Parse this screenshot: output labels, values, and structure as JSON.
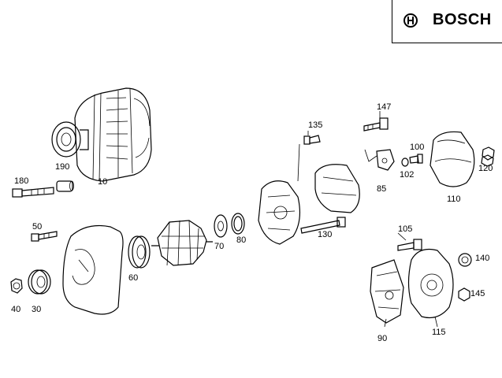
{
  "logo": {
    "brand": "BOSCH",
    "icon": "bosch-armature-logo-icon"
  },
  "parts": [
    {
      "id": "p10",
      "label": "10"
    },
    {
      "id": "p190",
      "label": "190"
    },
    {
      "id": "p180",
      "label": "180"
    },
    {
      "id": "p50",
      "label": "50"
    },
    {
      "id": "p40",
      "label": "40"
    },
    {
      "id": "p30",
      "label": "30"
    },
    {
      "id": "p60",
      "label": "60"
    },
    {
      "id": "p70",
      "label": "70"
    },
    {
      "id": "p80",
      "label": "80"
    },
    {
      "id": "p135",
      "label": "135"
    },
    {
      "id": "p130",
      "label": "130"
    },
    {
      "id": "p147",
      "label": "147"
    },
    {
      "id": "p85",
      "label": "85"
    },
    {
      "id": "p100",
      "label": "100"
    },
    {
      "id": "p102",
      "label": "102"
    },
    {
      "id": "p110",
      "label": "110"
    },
    {
      "id": "p120",
      "label": "120"
    },
    {
      "id": "p105",
      "label": "105"
    },
    {
      "id": "p140",
      "label": "140"
    },
    {
      "id": "p145",
      "label": "145"
    },
    {
      "id": "p90",
      "label": "90"
    },
    {
      "id": "p115",
      "label": "115"
    }
  ]
}
